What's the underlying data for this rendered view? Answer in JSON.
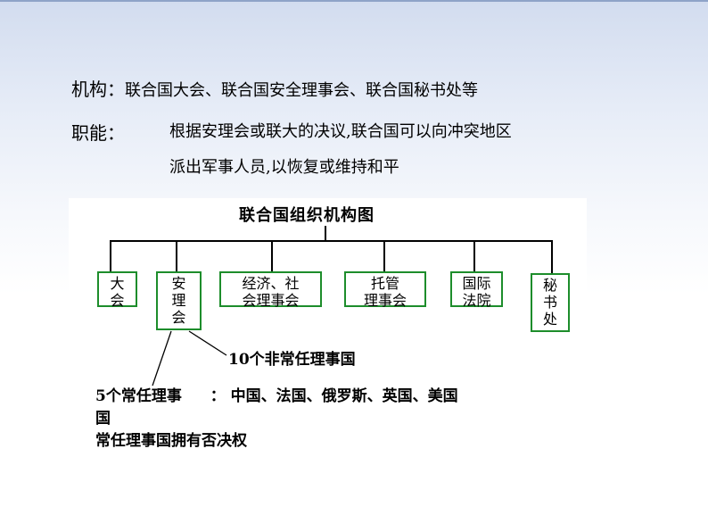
{
  "header": {
    "org_label": "机构",
    "org_sep": "：",
    "org_value": "联合国大会、联合国安全理事会、联合国秘书处等",
    "func_label": "职能",
    "func_sep": "：",
    "func_line1": "根据安理会或联大的决议,联合国可以向冲突地区",
    "func_line2": "派出军事人员,以恢复或维持和平"
  },
  "chart": {
    "title": "联合国组织机构图",
    "boxes": [
      {
        "line1": "大",
        "line2": "会",
        "line3": ""
      },
      {
        "line1": "安",
        "line2": "理",
        "line3": "会"
      },
      {
        "line1": "经济、社",
        "line2": "会理事会",
        "line3": ""
      },
      {
        "line1": "托管",
        "line2": "理事会",
        "line3": ""
      },
      {
        "line1": "国际",
        "line2": "法院",
        "line3": ""
      },
      {
        "line1": "秘",
        "line2": "书",
        "line3": "处"
      }
    ],
    "nonpermanent": "10个非常任理事国",
    "permanent_prefix": "5个常任理事",
    "permanent_sep": "：",
    "permanent_members": "中国、法国、俄罗斯、英国、美国",
    "permanent_wrap": "国",
    "veto_note": "常任理事国拥有否决权",
    "colors": {
      "box_border": "#1d8d2b",
      "line": "#000000"
    }
  }
}
